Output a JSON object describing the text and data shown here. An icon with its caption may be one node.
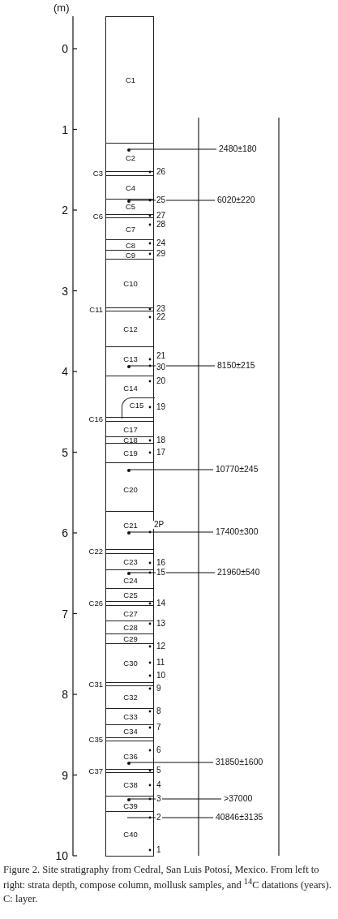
{
  "diagram": {
    "caption": "Figure 2. Site stratigraphy from Cedral, San Luis Potosí, Mexico. From left to right: strata depth, compose column, mollusk samples, and $^{14}$C datations (years). C: layer.",
    "nodes": [
      {
        "text": [
          "C1"
        ]
      },
      {
        "text": [
          "C2"
        ]
      },
      {
        "text": [
          "C3"
        ]
      },
      {
        "text": [
          "C4"
        ]
      },
      {
        "text": [
          "C5"
        ]
      },
      {
        "text": [
          "C6"
        ]
      },
      {
        "text": [
          "C7"
        ]
      },
      {
        "text": [
          "C8"
        ]
      },
      {
        "text": [
          "C9"
        ]
      },
      {
        "text": [
          "C10"
        ]
      },
      {
        "text": [
          "C11"
        ]
      },
      {
        "text": [
          "C12"
        ]
      },
      {
        "text": [
          "C13"
        ]
      },
      {
        "text": [
          "C14"
        ]
      },
      {
        "text": [
          "C15"
        ],
        "in": 13
      },
      {
        "text": [
          "C16"
        ]
      },
      {
        "text": [
          "C17"
        ]
      },
      {
        "text": [
          "C18"
        ]
      },
      {
        "text": [
          "C19"
        ]
      },
      {
        "text": [
          "C20"
        ]
      },
      {
        "text": [
          "C21"
        ]
      },
      {
        "text": [
          "C22"
        ]
      },
      {
        "text": [
          "C23"
        ]
      },
      {
        "text": [
          "C24"
        ]
      },
      {
        "text": [
          "C25"
        ]
      },
      {
        "text": [
          "C26"
        ]
      },
      {
        "text": [
          "C27"
        ]
      },
      {
        "text": [
          "C28"
        ]
      },
      {
        "text": [
          "C29"
        ]
      },
      {
        "text": [
          "C30"
        ]
      },
      {
        "text": [
          "C31"
        ]
      },
      {
        "text": [
          "C32"
        ]
      },
      {
        "text": [
          "C33"
        ]
      },
      {
        "text": [
          "C34"
        ]
      },
      {
        "text": [
          "C35"
        ]
      },
      {
        "text": [
          "C36"
        ]
      },
      {
        "text": [
          "C37"
        ]
      },
      {
        "text": [
          "C38"
        ]
      },
      {
        "text": [
          "C39"
        ]
      },
      {
        "text": [
          "C40"
        ]
      },
      {
        "text": [],
        "shape": "circle",
        "in": 1
      },
      {
        "text": [],
        "shape": "circle",
        "in": 4
      },
      {
        "text": [],
        "shape": "circle",
        "in": 12
      },
      {
        "text": [],
        "shape": "circle",
        "in": 19
      },
      {
        "text": [],
        "shape": "circle",
        "in": 20
      },
      {
        "text": [],
        "shape": "circle",
        "in": 23
      },
      {
        "text": [],
        "shape": "circle",
        "in": 35
      },
      {
        "text": [],
        "shape": "circle",
        "in": 38
      },
      {
        "text": [
          "2480±180"
        ]
      },
      {
        "text": [
          "6020±220"
        ]
      },
      {
        "text": [
          "8150±215"
        ]
      },
      {
        "text": [
          "10770±245"
        ]
      },
      {
        "text": [
          "17400±300"
        ]
      },
      {
        "text": [
          "21960±540"
        ]
      },
      {
        "text": [
          "31850±1600"
        ]
      },
      {
        "text": [
          ">37000"
        ]
      },
      {
        "text": [
          "40846±3135"
        ]
      }
    ],
    "edges": [
      {
        "from": 48,
        "to": 40,
        "arrow": "none"
      },
      {
        "from": 49,
        "to": 41,
        "arrow": "none"
      },
      {
        "from": 50,
        "to": 42,
        "arrow": "none"
      },
      {
        "from": 51,
        "to": 43,
        "arrow": "none"
      },
      {
        "from": 52,
        "to": 44,
        "arrow": "none"
      },
      {
        "from": 53,
        "to": 45,
        "arrow": "none"
      },
      {
        "from": 54,
        "to": 46,
        "arrow": "none"
      },
      {
        "from": 55,
        "to": 47,
        "arrow": "none"
      },
      {
        "from": 56,
        "to": 39,
        "arrow": "none"
      }
    ],
    "labels": [
      "(m)",
      "0",
      "1",
      "2",
      "3",
      "4",
      "5",
      "6",
      "7",
      "8",
      "9",
      "10",
      "26",
      "25",
      "27",
      "28",
      "24",
      "29",
      "23",
      "22",
      "21",
      "30",
      "20",
      "19",
      "18",
      "17",
      "2P",
      "16",
      "15",
      "14",
      "13",
      "12",
      "11",
      "10",
      "9",
      "8",
      "7",
      "6",
      "5",
      "4",
      "3",
      "2",
      "1"
    ]
  }
}
